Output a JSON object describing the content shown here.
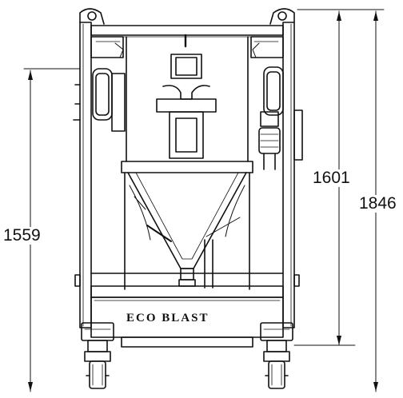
{
  "dimensions": {
    "left": "1559",
    "inner_right": "1601",
    "outer_right": "1846"
  },
  "brand": {
    "text": "ECO BLAST"
  },
  "colors": {
    "line": "#111111",
    "background": "#ffffff"
  }
}
